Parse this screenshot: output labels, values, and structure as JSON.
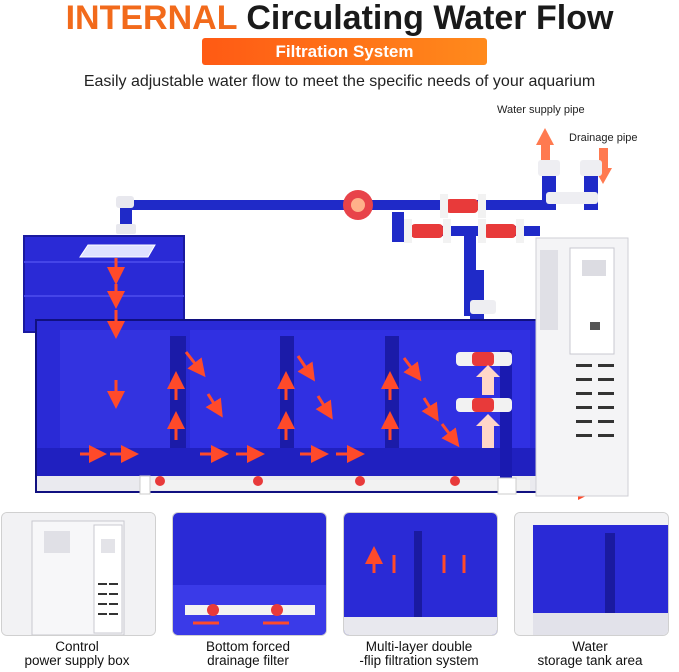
{
  "header": {
    "title_accent": "INTERNAL",
    "title_rest": "Circulating Water Flow",
    "banner": "Filtration System",
    "subtitle": "Easily adjustable water flow to meet the specific needs of your aquarium"
  },
  "pipe_labels": {
    "supply": "Water supply pipe",
    "drainage": "Drainage pipe"
  },
  "panels": [
    {
      "line1": "Control",
      "line2": "power supply box"
    },
    {
      "line1": "Bottom forced",
      "line2": "drainage filter"
    },
    {
      "line1": "Multi-layer double",
      "line2": "-flip filtration system"
    },
    {
      "line1": "Water",
      "line2": "storage tank area"
    }
  ],
  "colors": {
    "accent": "#f26a1b",
    "water_blue": "#2a2ad6",
    "arrow_red": "#ff4a2a",
    "pipe_blue": "#1f2ac8"
  }
}
